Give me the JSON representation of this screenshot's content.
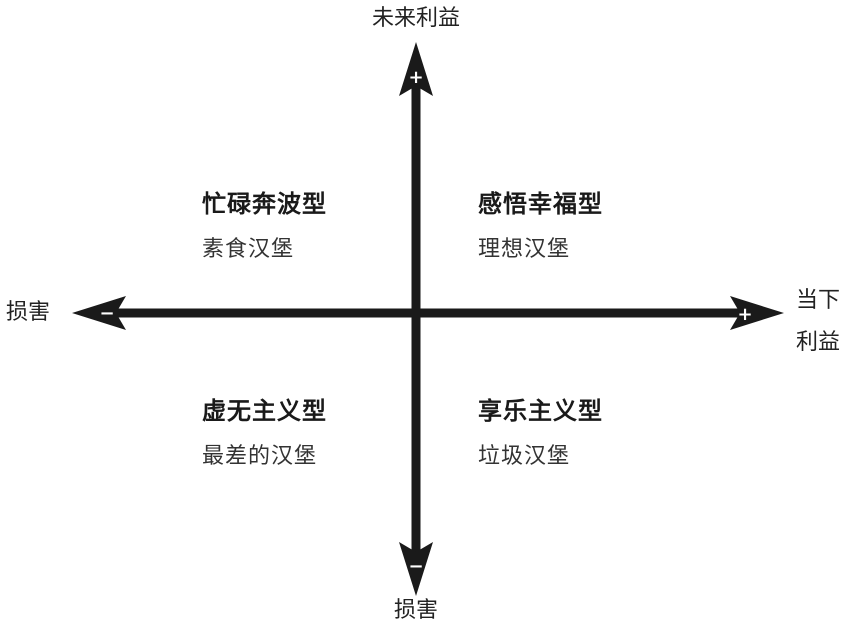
{
  "axes": {
    "top_label": "未来利益",
    "bottom_label": "损害",
    "left_label": "损害",
    "right_label_line1": "当下",
    "right_label_line2": "利益",
    "top_sign": "+",
    "bottom_sign": "−",
    "left_sign": "−",
    "right_sign": "+"
  },
  "quadrants": {
    "top_left": {
      "title": "忙碌奔波型",
      "subtitle": "素食汉堡"
    },
    "top_right": {
      "title": "感悟幸福型",
      "subtitle": "理想汉堡"
    },
    "bottom_left": {
      "title": "虚无主义型",
      "subtitle": "最差的汉堡"
    },
    "bottom_right": {
      "title": "享乐主义型",
      "subtitle": "垃圾汉堡"
    }
  },
  "colors": {
    "axis": "#1a1a1a",
    "sign": "#ffffff"
  }
}
